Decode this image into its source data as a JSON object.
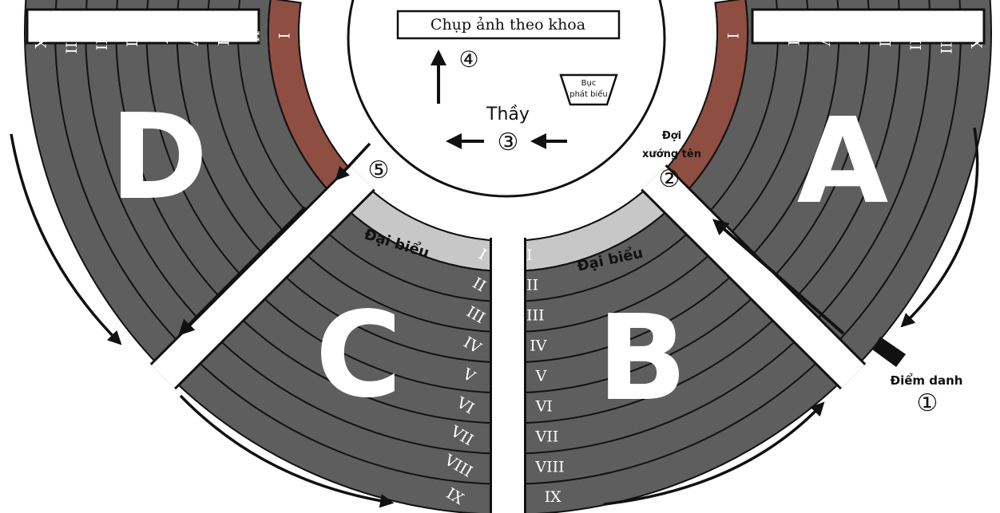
{
  "colors": {
    "seat": "#5e5e5e",
    "seat_line": "#111111",
    "front_row": "#8f4e42",
    "delegate_row": "#c7c7c7",
    "aisle": "#ffffff",
    "arrow": "#111111"
  },
  "sections": {
    "A": "A",
    "B": "B",
    "C": "C",
    "D": "D"
  },
  "rows": [
    "I",
    "II",
    "III",
    "IV",
    "V",
    "VI",
    "VII",
    "VIII",
    "IX"
  ],
  "labels": {
    "photo_box": "Chụp ảnh theo khoa",
    "podium": "Bục phát biểu",
    "teacher": "Thầy",
    "delegates_left": "Đại biểu",
    "delegates_right": "Đại biểu",
    "wait_line1": "Đợi",
    "wait_line2": "xướng tên",
    "attendance": "Điểm danh"
  },
  "steps": {
    "one": "①",
    "two": "②",
    "three": "③",
    "four": "④",
    "five": "⑤"
  }
}
